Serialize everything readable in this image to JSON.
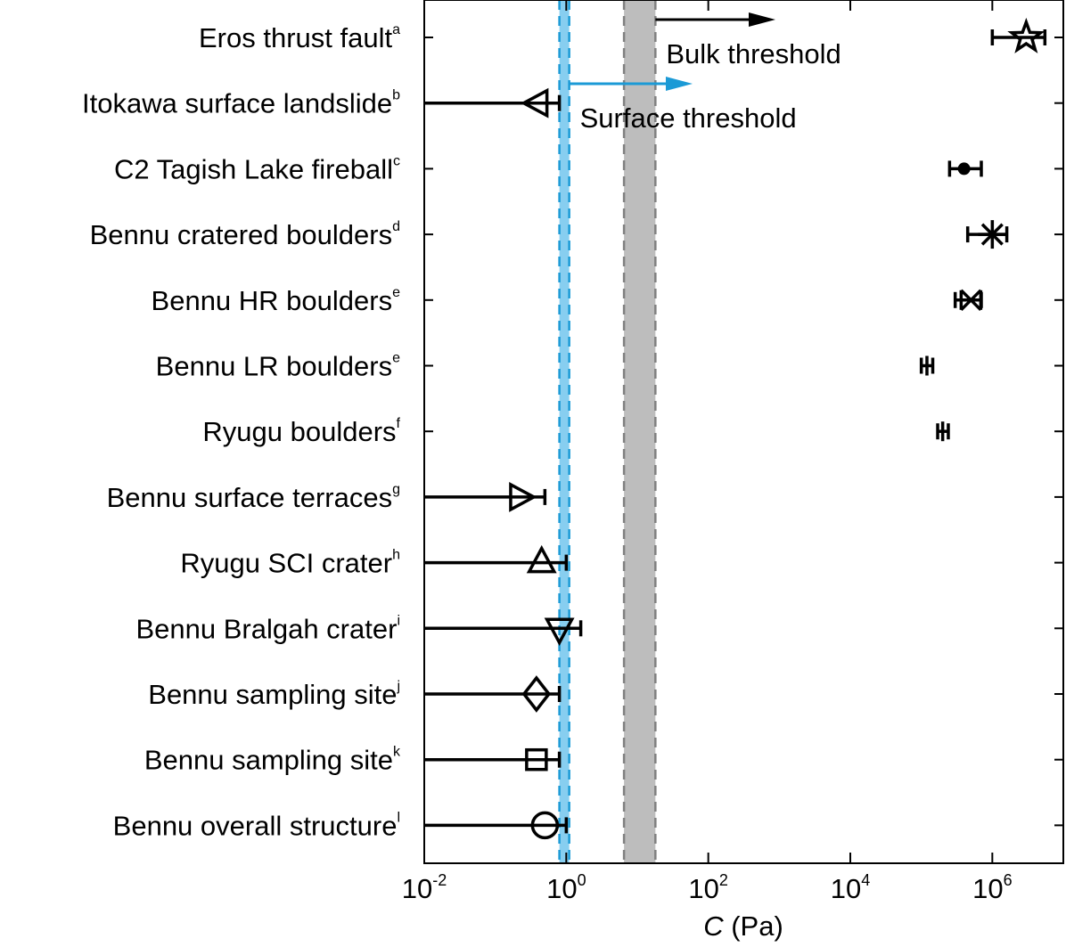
{
  "chart_data": {
    "type": "scatter",
    "xlabel_var": "C",
    "xlabel_unit": " (Pa)",
    "xscale": "log",
    "xlim_exp": [
      -2,
      7
    ],
    "x_ticks": [
      {
        "base": "10",
        "exp": "-2",
        "value": 0.01
      },
      {
        "base": "10",
        "exp": "0",
        "value": 1
      },
      {
        "base": "10",
        "exp": "2",
        "value": 100
      },
      {
        "base": "10",
        "exp": "4",
        "value": 10000
      },
      {
        "base": "10",
        "exp": "6",
        "value": 1000000
      }
    ],
    "categories": [
      {
        "name": "Eros thrust fault",
        "sup": "a",
        "marker": "star",
        "value": 3000000,
        "err_low": 1000000,
        "err_high": 5500000,
        "upper_limit": false
      },
      {
        "name": "Itokawa surface landslide",
        "sup": "b",
        "marker": "triangle-left",
        "value": 0.4,
        "err_low": null,
        "err_high": 0.8,
        "upper_limit": true
      },
      {
        "name": "C2 Tagish Lake fireball",
        "sup": "c",
        "marker": "dot",
        "value": 400000,
        "err_low": 250000,
        "err_high": 700000,
        "upper_limit": false
      },
      {
        "name": "Bennu cratered boulders",
        "sup": "d",
        "marker": "asterisk",
        "value": 1000000,
        "err_low": 450000,
        "err_high": 1600000,
        "upper_limit": false
      },
      {
        "name": "Bennu HR boulders",
        "sup": "e",
        "marker": "bowtie",
        "value": 500000,
        "err_low": 300000,
        "err_high": 700000,
        "upper_limit": false
      },
      {
        "name": "Bennu LR boulders",
        "sup": "e",
        "marker": "vbar",
        "value": 120000,
        "err_low": 100000,
        "err_high": 145000,
        "upper_limit": false
      },
      {
        "name": "Ryugu boulders",
        "sup": "f",
        "marker": "vbar",
        "value": 200000,
        "err_low": 170000,
        "err_high": 240000,
        "upper_limit": false
      },
      {
        "name": "Bennu surface terraces",
        "sup": "g",
        "marker": "triangle-right",
        "value": 0.22,
        "err_low": null,
        "err_high": 0.5,
        "upper_limit": true
      },
      {
        "name": "Ryugu SCI crater",
        "sup": "h",
        "marker": "triangle-up",
        "value": 0.45,
        "err_low": null,
        "err_high": 1.0,
        "upper_limit": true
      },
      {
        "name": "Bennu Bralgah crater",
        "sup": "i",
        "marker": "triangle-down",
        "value": 0.8,
        "err_low": null,
        "err_high": 1.6,
        "upper_limit": true
      },
      {
        "name": "Bennu sampling site",
        "sup": "j",
        "marker": "diamond",
        "value": 0.38,
        "err_low": null,
        "err_high": 0.8,
        "upper_limit": true
      },
      {
        "name": "Bennu sampling site",
        "sup": "k",
        "marker": "square",
        "value": 0.38,
        "err_low": null,
        "err_high": 0.8,
        "upper_limit": true
      },
      {
        "name": "Bennu overall structure",
        "sup": "l",
        "marker": "circle",
        "value": 0.5,
        "err_low": null,
        "err_high": 1.0,
        "upper_limit": true
      }
    ],
    "thresholds": [
      {
        "label": "Bulk threshold",
        "low": 6.5,
        "high": 18,
        "fill": "#bdbdbd",
        "edge": "#808080",
        "arrow_color": "#000000",
        "text_color": "#000000"
      },
      {
        "label": "Surface threshold",
        "low": 0.8,
        "high": 1.1,
        "fill": "#87cef0",
        "edge": "#1b9ad6",
        "arrow_color": "#1b9ad6",
        "text_color": "#000000"
      }
    ]
  }
}
